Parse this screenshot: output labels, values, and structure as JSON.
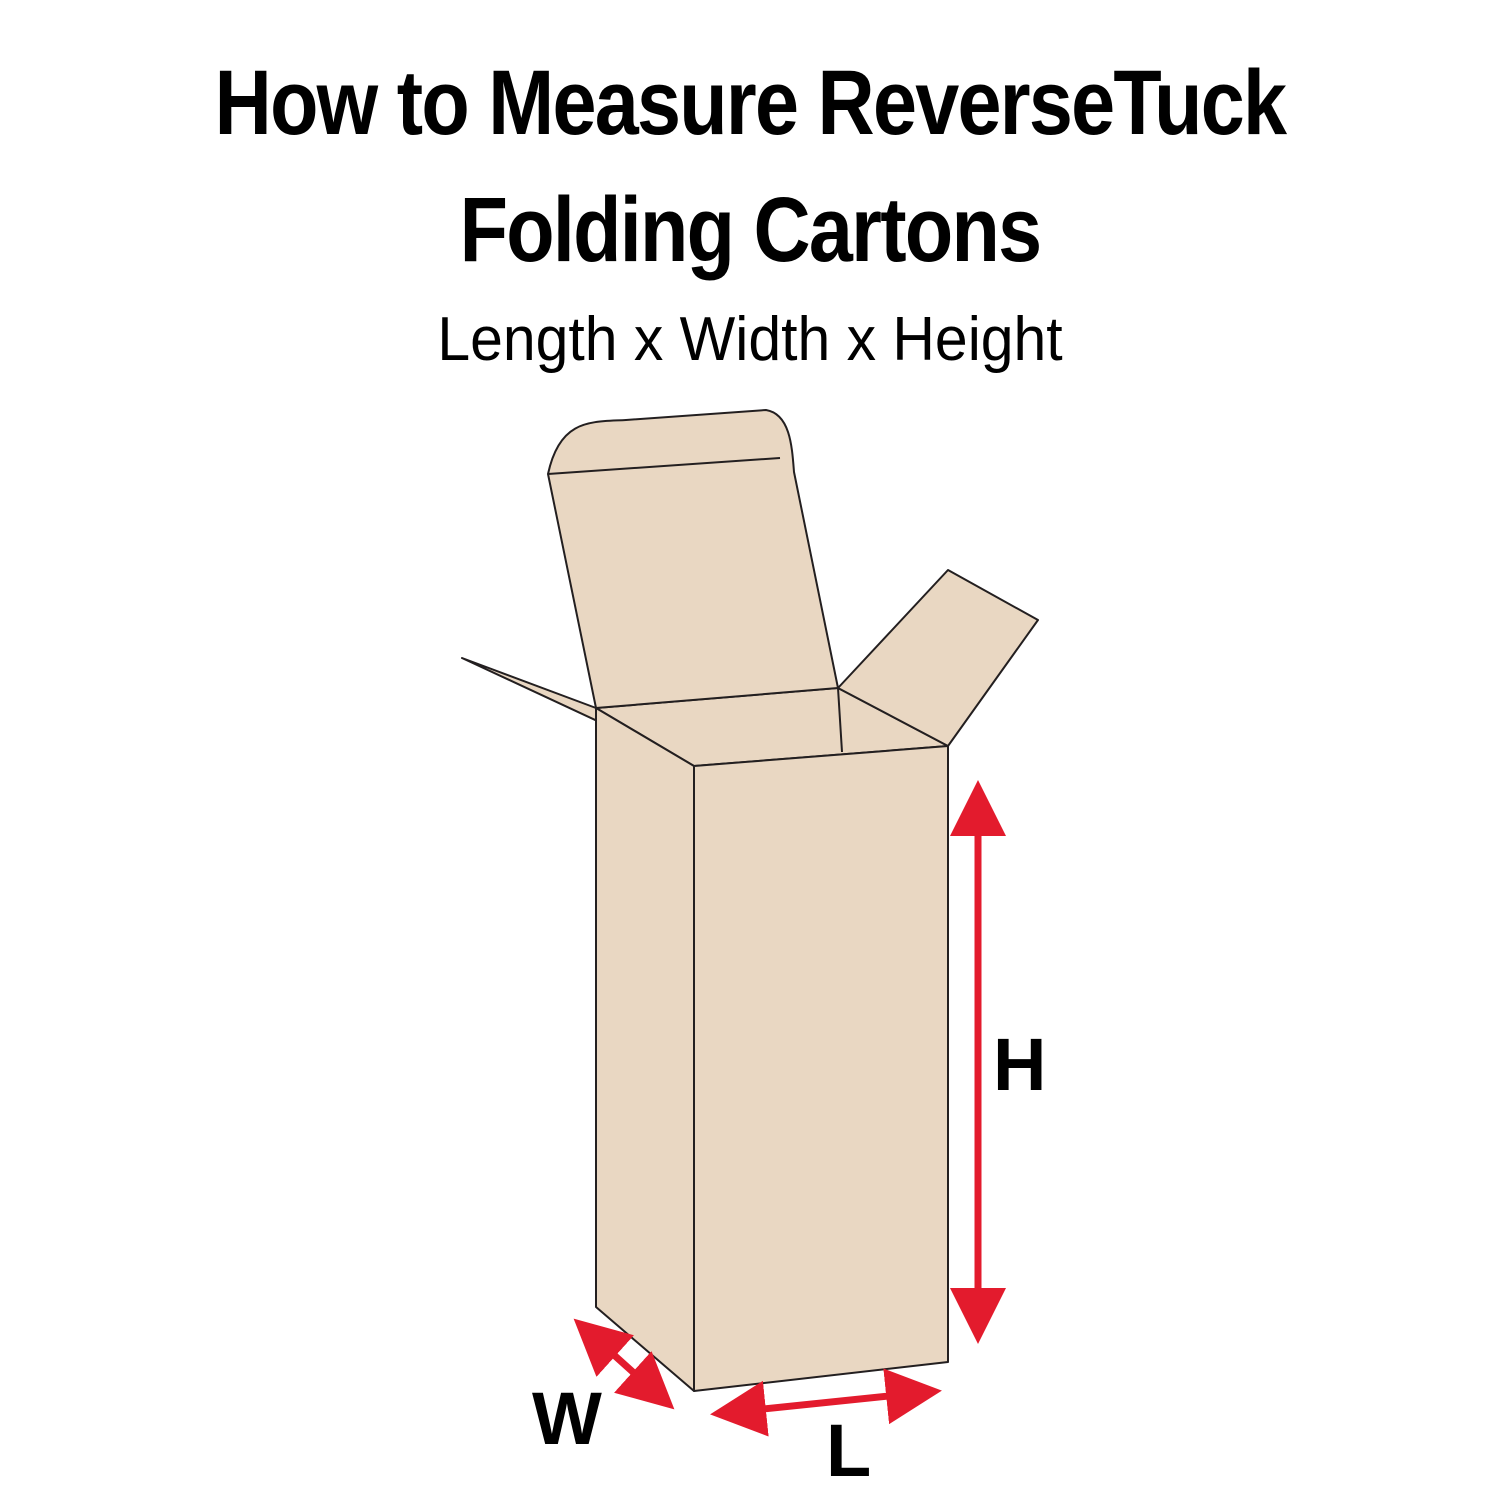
{
  "title": {
    "line1": "How to Measure ReverseTuck",
    "line2": "Folding Cartons"
  },
  "subtitle": "Length x Width x Height",
  "dimension_labels": {
    "height": "H",
    "width": "W",
    "length": "L"
  },
  "colors": {
    "carton_fill": "#e9d7c2",
    "outline": "#231f20",
    "arrow": "#e31b2d",
    "text": "#000000",
    "background": "#ffffff"
  }
}
